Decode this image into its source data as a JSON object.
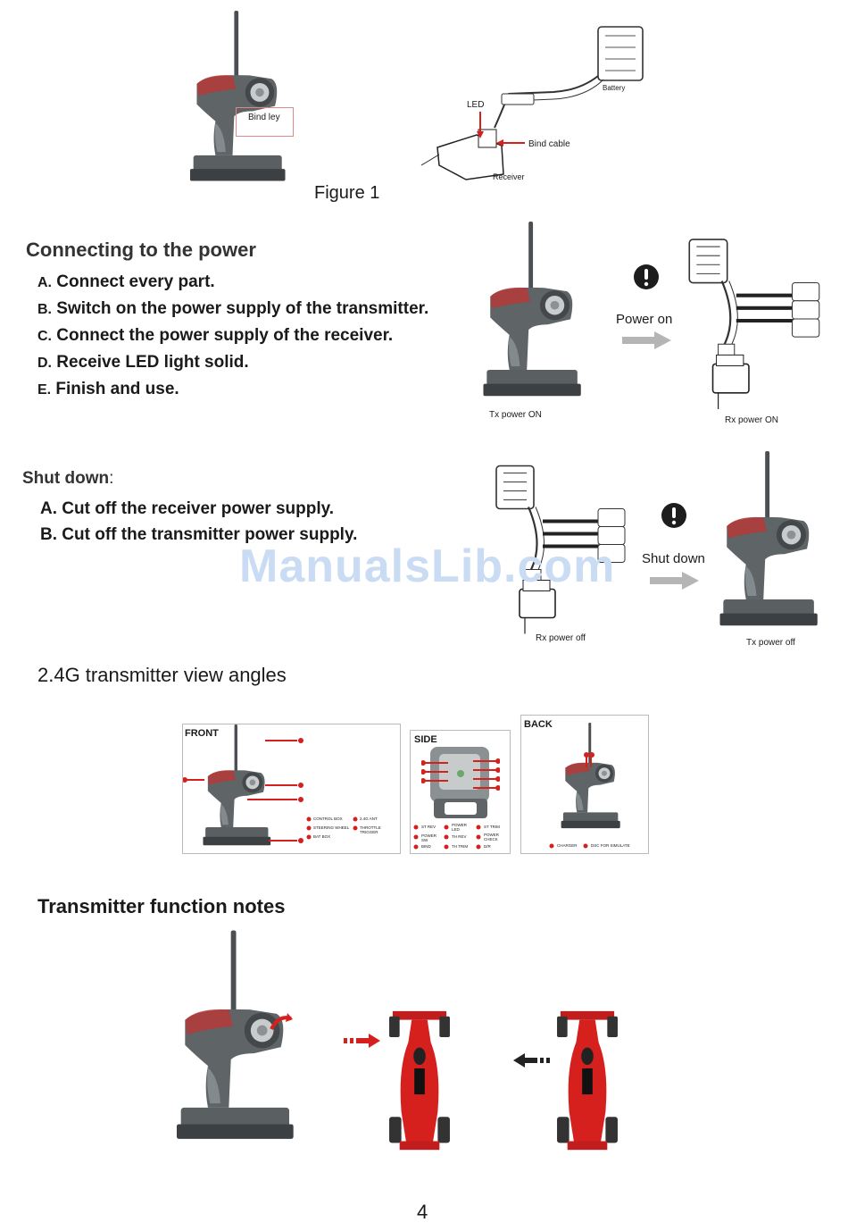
{
  "figure1": {
    "bind_key_label": "Bind ley",
    "led_label": "LED",
    "battery_label": "Battery",
    "bind_cable_label": "Bind cable",
    "receiver_label": "Receiver",
    "caption": "Figure 1"
  },
  "power": {
    "heading": "Connecting to the power",
    "steps": [
      {
        "letter": "A.",
        "text": "Connect every part."
      },
      {
        "letter": "B.",
        "text": "Switch on the power supply of the transmitter."
      },
      {
        "letter": "C.",
        "text": "Connect the power supply of the receiver."
      },
      {
        "letter": "D.",
        "text": "Receive LED light solid."
      },
      {
        "letter": "E.",
        "text": "Finish and use."
      }
    ],
    "arrow_label": "Power on",
    "tx_label": "Tx  power  ON",
    "rx_label": "Rx  power  ON"
  },
  "shutdown": {
    "heading": "Shut down",
    "heading_suffix": ":",
    "steps": [
      {
        "letter": "A",
        "text": ". Cut off the receiver power supply."
      },
      {
        "letter": "B",
        "text": ". Cut off the transmitter power supply."
      }
    ],
    "arrow_label": "Shut down",
    "rx_label": "Rx  power  off",
    "tx_label": "Tx  power  off"
  },
  "watermark": "ManualsLib.com",
  "views": {
    "heading": "2.4G transmitter view angles",
    "front_title": "FRONT",
    "side_title": "SIDE",
    "back_title": "BACK",
    "front_legend": [
      "CONTROL BOX",
      "2.4G ANT",
      "STEERING WHEEL",
      "THROTTLE TRIGGER",
      "BAT BOX"
    ],
    "side_legend": [
      "ST REV",
      "POWER LED",
      "ST TRIM",
      "POWER SW",
      "TH REV",
      "POWER CHECK",
      "BIND",
      "TH TRIM",
      "D/R"
    ],
    "back_legend": [
      "CHARGER",
      "DSC  FOR SIMULATE"
    ]
  },
  "notes": {
    "heading": "Transmitter function notes"
  },
  "page_number": "4",
  "colors": {
    "accent_red": "#d5201e",
    "body_gray": "#5f6467",
    "arrow_gray": "#b5b5b5"
  }
}
